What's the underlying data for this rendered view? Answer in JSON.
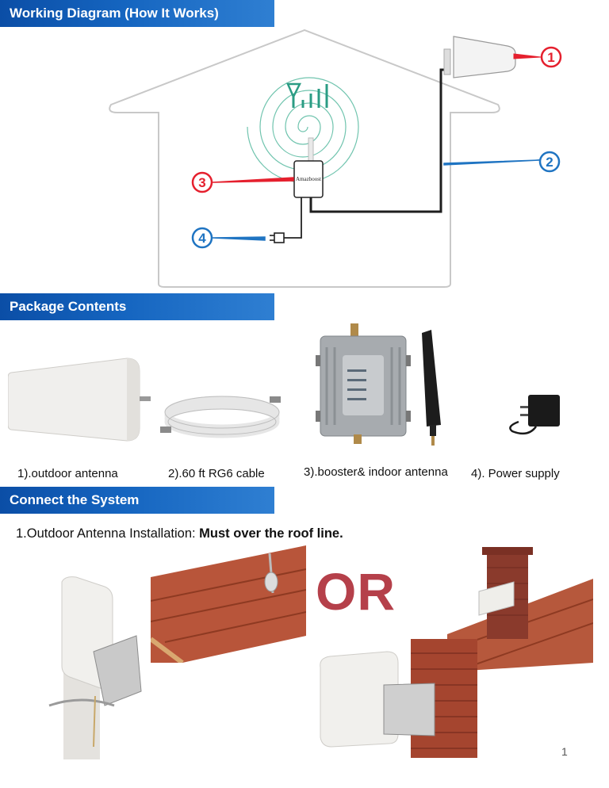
{
  "sections": {
    "working_diagram": "Working Diagram (How It Works)",
    "package_contents": "Package Contents",
    "connect_system": "Connect the System"
  },
  "diagram": {
    "callouts": [
      "1",
      "2",
      "3",
      "4"
    ],
    "booster_label": "Amazboost",
    "colors": {
      "red": "#e5202e",
      "blue": "#1f74c2",
      "outline": "#c8c8c8",
      "swirl": "#4cb59a"
    }
  },
  "package": {
    "items": [
      "1).outdoor antenna",
      "2).60 ft RG6 cable",
      "3).booster& indoor antenna",
      "4). Power supply"
    ]
  },
  "install": {
    "step_text": "1.Outdoor Antenna Installation: ",
    "step_bold": "Must over the roof line.",
    "or_text": "OR"
  },
  "page_number": "1"
}
